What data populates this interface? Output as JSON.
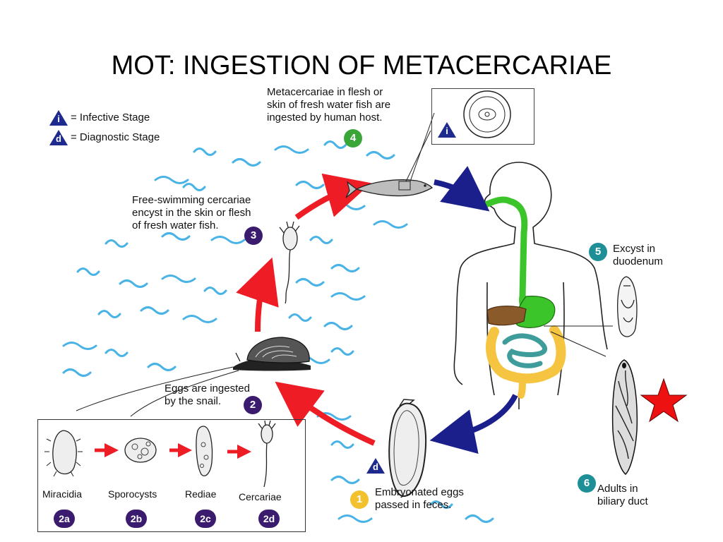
{
  "title": "MOT: INGESTION OF METACERCARIAE",
  "legend": {
    "infective": {
      "symbol": "i",
      "label": "= Infective Stage"
    },
    "diagnostic": {
      "symbol": "d",
      "label": "= Diagnostic Stage"
    }
  },
  "steps": {
    "s1": {
      "badge": "1",
      "text": "Embryonated eggs\npassed in feces."
    },
    "s2": {
      "badge": "2",
      "text": "Eggs are ingested\nby the snail."
    },
    "s3": {
      "badge": "3",
      "text": "Free-swimming cercariae\nencyst in the skin or flesh\nof fresh water fish."
    },
    "s4": {
      "badge": "4",
      "text": "Metacercariae in flesh or\nskin of fresh water fish are\ningested by human host."
    },
    "s5": {
      "badge": "5",
      "text": "Excyst in\nduodenum"
    },
    "s6": {
      "badge": "6",
      "text": "Adults in\nbiliary duct"
    }
  },
  "markers": {
    "fish_box": "i",
    "egg": "d"
  },
  "inset": {
    "items": [
      {
        "label": "Miracidia",
        "badge": "2a"
      },
      {
        "label": "Sporocysts",
        "badge": "2b"
      },
      {
        "label": "Rediae",
        "badge": "2c"
      },
      {
        "label": "Cercariae",
        "badge": "2d"
      }
    ]
  },
  "colors": {
    "red_arrow": "#ee1c25",
    "blue_arrow": "#1a1f8c",
    "water": "#49b3e6",
    "gut_green": "#3cc52a",
    "liver_brown": "#8b5a2b",
    "colon_yellow": "#f5c542",
    "small_intestine_teal": "#3e9c9a",
    "star_red": "#ee1111",
    "badge_purple": "#3a1b6e",
    "badge_green": "#3aa637",
    "badge_teal": "#1f8f97",
    "badge_yellow": "#f2c12e",
    "marker_blue": "#1f2a8f"
  }
}
